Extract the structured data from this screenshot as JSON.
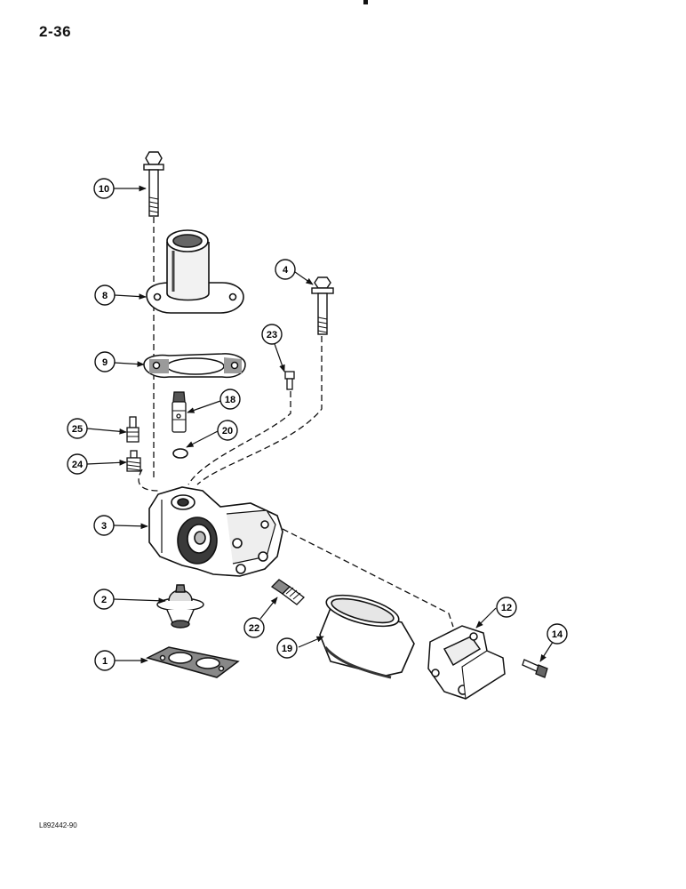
{
  "page": {
    "page_number": "2-36",
    "drawing_code": "L892442-90"
  },
  "callouts": [
    {
      "id": "10",
      "label": "10"
    },
    {
      "id": "8",
      "label": "8"
    },
    {
      "id": "4",
      "label": "4"
    },
    {
      "id": "23",
      "label": "23"
    },
    {
      "id": "9",
      "label": "9"
    },
    {
      "id": "18",
      "label": "18"
    },
    {
      "id": "25",
      "label": "25"
    },
    {
      "id": "20",
      "label": "20"
    },
    {
      "id": "24",
      "label": "24"
    },
    {
      "id": "3",
      "label": "3"
    },
    {
      "id": "2",
      "label": "2"
    },
    {
      "id": "12",
      "label": "12"
    },
    {
      "id": "22",
      "label": "22"
    },
    {
      "id": "19",
      "label": "19"
    },
    {
      "id": "14",
      "label": "14"
    },
    {
      "id": "1",
      "label": "1"
    }
  ]
}
